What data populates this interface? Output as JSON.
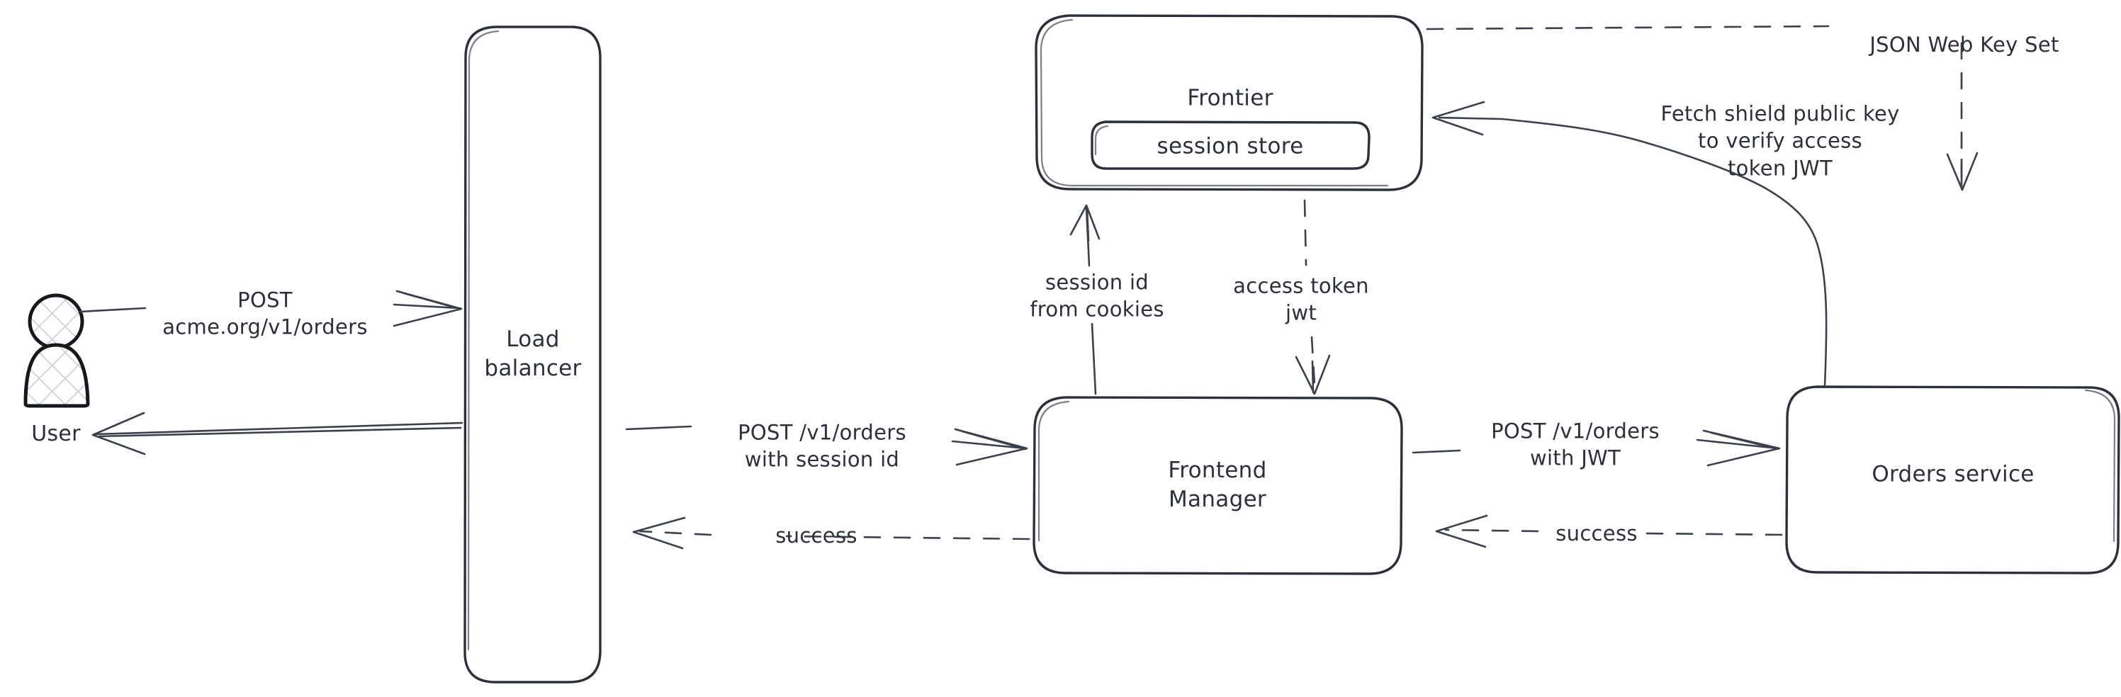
{
  "diagram": {
    "title": "Order request authentication flow",
    "background_color": "#ffffff",
    "ink_color": "#2b303b"
  },
  "actors": [
    {
      "id": "user",
      "name": "user-actor",
      "label": "User",
      "icon": "person-icon"
    }
  ],
  "nodes": [
    {
      "id": "load_balancer",
      "name": "load-balancer-node",
      "label": "Load\nbalancer",
      "shape": "rounded-rect"
    },
    {
      "id": "frontier",
      "name": "frontier-node",
      "label": "Frontier",
      "shape": "rounded-rect"
    },
    {
      "id": "session_store",
      "name": "session-store-node",
      "label": "session store",
      "shape": "rounded-rect",
      "parent": "frontier"
    },
    {
      "id": "frontend_manager",
      "name": "frontend-manager-node",
      "label": "Frontend\nManager",
      "shape": "rounded-rect"
    },
    {
      "id": "orders_service",
      "name": "orders-service-node",
      "label": "Orders service",
      "shape": "rounded-rect"
    }
  ],
  "edges": [
    {
      "id": "e1",
      "name": "edge-user-to-load-balancer",
      "label": "POST\nacme.org/v1/orders",
      "from": "user",
      "to": "load_balancer",
      "style": "solid",
      "direction": "right"
    },
    {
      "id": "e2",
      "name": "edge-load-balancer-to-user",
      "label": "",
      "from": "load_balancer",
      "to": "user",
      "style": "solid",
      "direction": "left"
    },
    {
      "id": "e3",
      "name": "edge-load-balancer-to-frontend-manager",
      "label": "POST /v1/orders\nwith session id",
      "from": "load_balancer",
      "to": "frontend_manager",
      "style": "solid",
      "direction": "right"
    },
    {
      "id": "e4",
      "name": "edge-frontend-manager-to-load-balancer",
      "label": "success",
      "from": "frontend_manager",
      "to": "load_balancer",
      "style": "dashed",
      "direction": "left"
    },
    {
      "id": "e5",
      "name": "edge-frontend-manager-to-frontier",
      "label": "session id\nfrom cookies",
      "from": "frontend_manager",
      "to": "frontier",
      "style": "solid",
      "direction": "up"
    },
    {
      "id": "e6",
      "name": "edge-frontier-to-frontend-manager",
      "label": "access token\njwt",
      "from": "frontier",
      "to": "frontend_manager",
      "style": "dashed",
      "direction": "down"
    },
    {
      "id": "e7",
      "name": "edge-frontend-manager-to-orders-service",
      "label": "POST /v1/orders\nwith JWT",
      "from": "frontend_manager",
      "to": "orders_service",
      "style": "solid",
      "direction": "right"
    },
    {
      "id": "e8",
      "name": "edge-orders-service-to-frontend-manager",
      "label": "success",
      "from": "orders_service",
      "to": "frontend_manager",
      "style": "dashed",
      "direction": "left"
    },
    {
      "id": "e9",
      "name": "edge-orders-service-to-frontier",
      "label": "Fetch shield public key\nto verify access\ntoken JWT",
      "from": "orders_service",
      "to": "frontier",
      "style": "solid",
      "direction": "left"
    },
    {
      "id": "e10",
      "name": "edge-frontier-to-orders-service",
      "label": "JSON Web Key Set",
      "from": "frontier",
      "to": "orders_service",
      "style": "dashed",
      "direction": "down"
    }
  ],
  "labels": {
    "user": "User",
    "load_balancer": "Load\nbalancer",
    "frontier": "Frontier",
    "session_store": "session store",
    "frontend_manager": "Frontend\nManager",
    "orders_service": "Orders service",
    "e1": "POST\nacme.org/v1/orders",
    "e3": "POST /v1/orders\nwith session id",
    "e4": "success",
    "e5": "session id\nfrom cookies",
    "e6": "access token\njwt",
    "e7": "POST /v1/orders\nwith JWT",
    "e8": "success",
    "e9": "Fetch shield public key\nto verify access\ntoken JWT",
    "e10": "JSON Web Key Set"
  }
}
